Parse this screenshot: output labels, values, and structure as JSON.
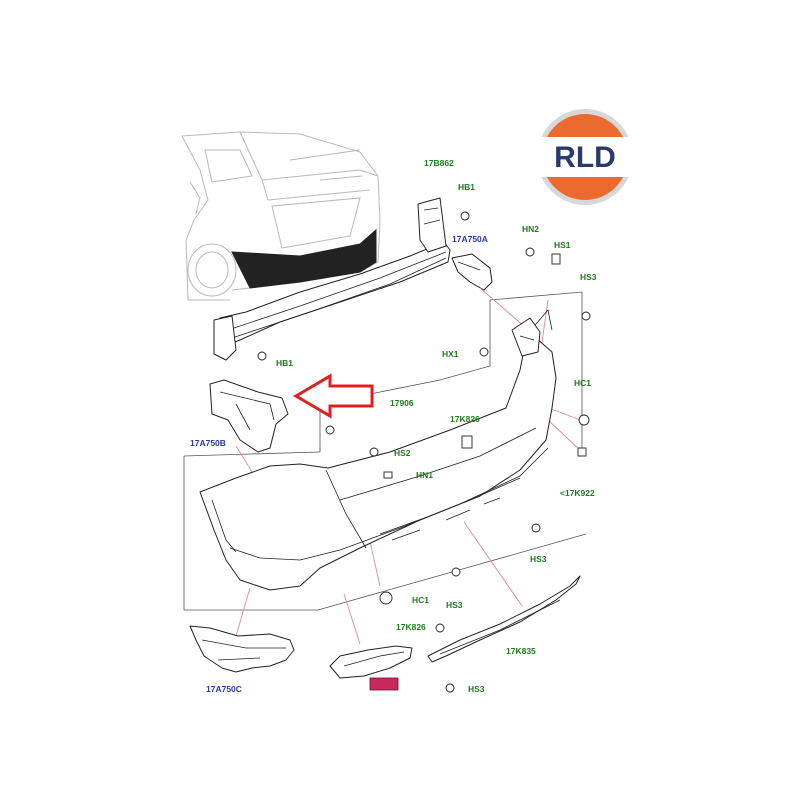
{
  "brand": {
    "logo_text": "RLD",
    "colors": {
      "orange": "#ea6a2f",
      "navy": "#2a3a6b",
      "ring": "#d8d8d8"
    }
  },
  "labels": {
    "l17B862": "17B862",
    "lHB1a": "HB1",
    "lHB1b": "HB1",
    "l17A750A": "17A750A",
    "lHN2": "HN2",
    "lHS1": "HS1",
    "lHS3a": "HS3",
    "lHX1": "HX1",
    "lHC1a": "HC1",
    "l17906": "17906",
    "l17K826a": "17K826",
    "l17A750B": "17A750B",
    "lHS2": "HS2",
    "lHN1": "HN1",
    "l17K922": "<17K922",
    "lHS3b": "HS3",
    "lHC1b": "HC1",
    "lHS3c": "HS3",
    "l17K826b": "17K826",
    "l17K835": "17K835",
    "l17A750C": "17A750C",
    "lHS3d": "HS3"
  },
  "colors": {
    "label_green": "#1f7a1f",
    "label_blue": "#2a3a9a",
    "arrow_red": "#e02020",
    "highlight_tag": "#c8285a"
  }
}
